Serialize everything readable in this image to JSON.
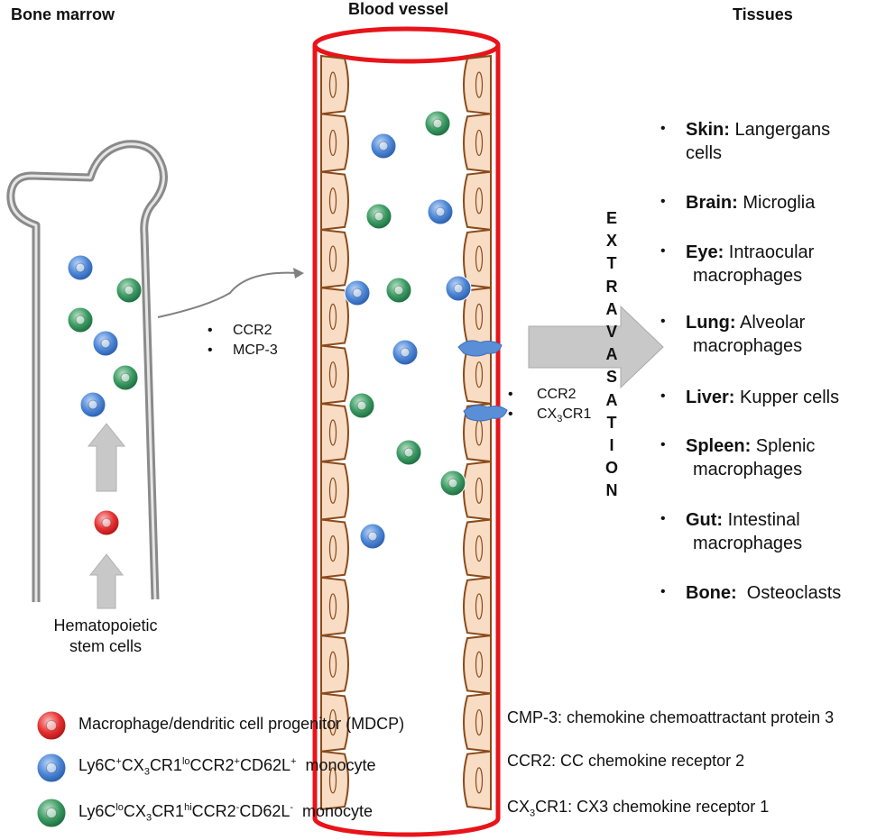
{
  "titles": {
    "bone_marrow": "Bone marrow",
    "blood_vessel": "Blood vessel",
    "tissues": "Tissues"
  },
  "bone_labels": {
    "hsc_line1": "Hematopoietic",
    "hsc_line2": "stem cells"
  },
  "migration_labels": [
    "CCR2",
    "MCP-3"
  ],
  "extravasation": {
    "letters": [
      "E",
      "X",
      "T",
      "R",
      "A",
      "V",
      "A",
      "S",
      "A",
      "T",
      "I",
      "O",
      "N"
    ]
  },
  "receptor_labels": {
    "ccr2": "CCR2",
    "cx3cr1_a": "CX",
    "cx3cr1_sub": "3",
    "cx3cr1_b": "CR1"
  },
  "tissues": [
    {
      "organ": "Skin:",
      "line1": "Langergans",
      "line2": "cells"
    },
    {
      "organ": "Brain:",
      "line1": "Microglia",
      "line2": ""
    },
    {
      "organ": "Eye:",
      "line1": "Intraocular",
      "line2": "macrophages"
    },
    {
      "organ": "Lung:",
      "line1": "Alveolar",
      "line2": "macrophages"
    },
    {
      "organ": "Liver:",
      "line1": "Kupper cells",
      "line2": ""
    },
    {
      "organ": "Spleen:",
      "line1": "Splenic",
      "line2": "macrophages"
    },
    {
      "organ": "Gut:",
      "line1": "Intestinal",
      "line2": "macrophages"
    },
    {
      "organ": "Bone:",
      "line1": " Osteoclasts",
      "line2": ""
    }
  ],
  "legend": {
    "mdcp": "Macrophage/dendritic cell progenitor (MDCP)",
    "ly6c_hi": {
      "a": "Ly6C",
      "a_sup": "+",
      "b": "CX",
      "b_sub": "3",
      "c": "CR1",
      "c_sup": "lo",
      "d": "CCR2",
      "d_sup": "+",
      "e": "CD62L",
      "e_sup": "+",
      "f": "  monocyte"
    },
    "ly6c_lo": {
      "a": "Ly6C",
      "a_sup": "lo",
      "b": "CX",
      "b_sub": "3",
      "c": "CR1",
      "c_sup": "hi",
      "d": "CCR2",
      "d_sup": "-",
      "e": "CD62L",
      "e_sup": "-",
      "f": "  monocyte"
    }
  },
  "definitions": {
    "cmp3": "CMP-3: chemokine chemoattractant protein 3",
    "ccr2": "CCR2: CC chemokine receptor 2",
    "cx3cr1_a": "CX",
    "cx3cr1_sub": "3",
    "cx3cr1_b": "CR1: CX3 chemokine receptor 1"
  },
  "colors": {
    "vessel_red": "#e8141a",
    "endothelium_fill": "#f8dcc4",
    "endothelium_stroke": "#8a4a1a",
    "monocyte_blue": "#3a78d0",
    "monocyte_green": "#2e8a55",
    "mdcp_red": "#e02020",
    "bone_gray": "#8a8a8a",
    "arrow_gray": "#c8c8c8",
    "receptor_blue": "#5a8fd8"
  }
}
